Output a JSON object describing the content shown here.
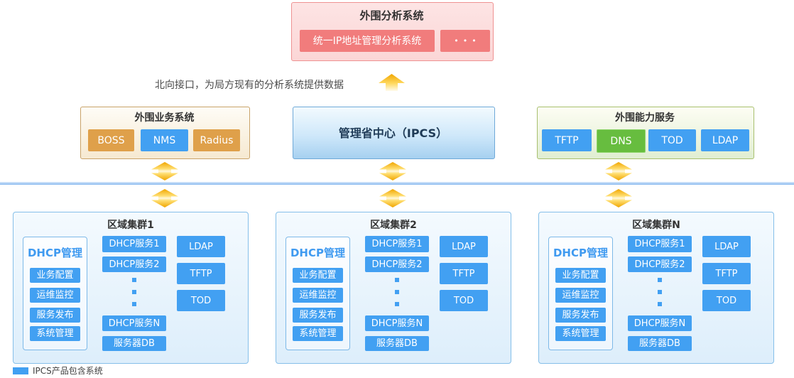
{
  "top_system": {
    "title": "外围分析系统",
    "main_label": "统一IP地址管理分析系统",
    "more_label": "•••"
  },
  "north_note": {
    "text": "北向接口，为局方现有的分析系统提供数据"
  },
  "middle_row": {
    "business": {
      "title": "外围业务系统",
      "items": [
        "BOSS",
        "NMS",
        "Radius"
      ]
    },
    "center": {
      "title": "管理省中心（IPCS）"
    },
    "capability": {
      "title": "外围能力服务",
      "items": [
        "TFTP",
        "DNS",
        "TOD",
        "LDAP"
      ]
    }
  },
  "clusters": [
    {
      "title": "区域集群1",
      "dhcp_mgmt": {
        "title": "DHCP管理",
        "items": [
          "业务配置",
          "运维监控",
          "服务发布",
          "系统管理"
        ]
      },
      "services": [
        "DHCP服务1",
        "DHCP服务2",
        "DHCP服务N",
        "服务器DB"
      ],
      "side_services": [
        "LDAP",
        "TFTP",
        "TOD"
      ]
    },
    {
      "title": "区域集群2",
      "dhcp_mgmt": {
        "title": "DHCP管理",
        "items": [
          "业务配置",
          "运维监控",
          "服务发布",
          "系统管理"
        ]
      },
      "services": [
        "DHCP服务1",
        "DHCP服务2",
        "DHCP服务N",
        "服务器DB"
      ],
      "side_services": [
        "LDAP",
        "TFTP",
        "TOD"
      ]
    },
    {
      "title": "区域集群N",
      "dhcp_mgmt": {
        "title": "DHCP管理",
        "items": [
          "业务配置",
          "运维监控",
          "服务发布",
          "系统管理"
        ]
      },
      "services": [
        "DHCP服务1",
        "DHCP服务2",
        "DHCP服务N",
        "服务器DB"
      ],
      "side_services": [
        "LDAP",
        "TFTP",
        "TOD"
      ]
    }
  ],
  "legend": {
    "label": "IPCS产品包含系统",
    "swatch_color": "#42a0f2"
  },
  "colors": {
    "blue_button": "#42a0f2",
    "orange_button": "#dfa04a",
    "green_button": "#67bd3f",
    "red_button": "#f17c7c",
    "pink_panel_border": "#ef9292",
    "business_panel_border": "#c9a36a",
    "capability_panel_border": "#a8bf6e",
    "cluster_border": "#85bfe9",
    "divider_blue": "#85b7ee",
    "arrow_gold": "#f0a500"
  }
}
